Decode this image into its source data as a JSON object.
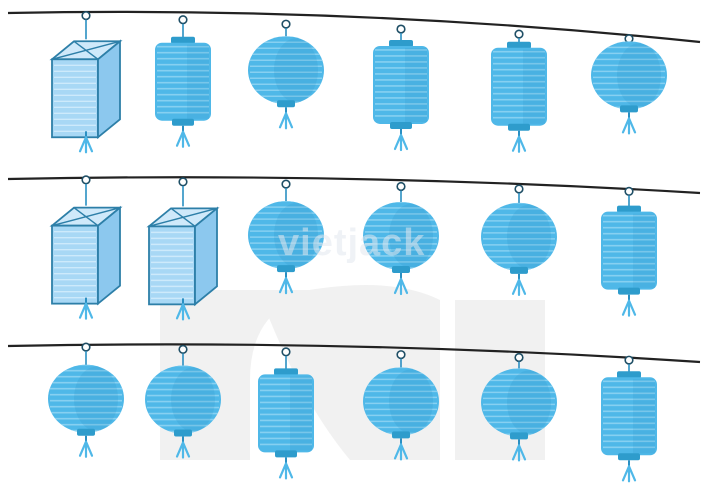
{
  "watermark": {
    "text": "vietjack"
  },
  "colors": {
    "lantern_fill": "#4fb8e8",
    "lantern_stripe": "#8dd3f2",
    "lantern_dark": "#2a8fc2",
    "cap": "#2e9ccc",
    "box_fill": "#a8d8f5",
    "box_side": "#8cc8ee",
    "box_stroke": "#2d7fa8",
    "string": "#222222"
  },
  "rows": [
    {
      "lanterns": [
        "box",
        "cylinder",
        "round",
        "cylinder",
        "cylinder",
        "round"
      ]
    },
    {
      "lanterns": [
        "box",
        "box",
        "round",
        "round",
        "round",
        "cylinder"
      ]
    },
    {
      "lanterns": [
        "round",
        "round",
        "cylinder",
        "round",
        "round",
        "cylinder"
      ]
    }
  ]
}
